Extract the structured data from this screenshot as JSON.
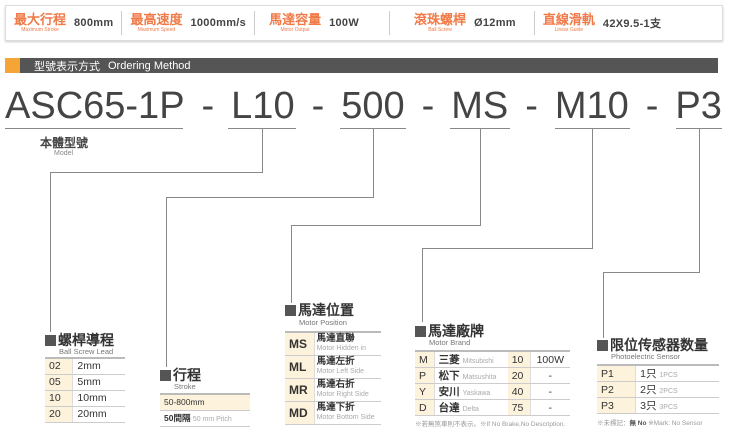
{
  "specs": [
    {
      "zh": "最大行程",
      "en": "Maximum Stroke",
      "value": "800mm"
    },
    {
      "zh": "最高速度",
      "en": "Maximum Speed",
      "value": "1000mm/s"
    },
    {
      "zh": "馬達容量",
      "en": "Motor Output",
      "value": "100W"
    },
    {
      "zh": "滾珠螺桿",
      "en": "Ball Screw",
      "value": "Ø12mm"
    },
    {
      "zh": "直線滑軌",
      "en": "Linear Guide",
      "value": "42X9.5-1支"
    }
  ],
  "section": {
    "zh": "型號表示方式",
    "en": "Ordering Method"
  },
  "code": [
    "ASC65-1P",
    "-",
    "L10",
    "-",
    "500",
    "-",
    "MS",
    "-",
    "M10",
    "-",
    "P3"
  ],
  "model": {
    "zh": "本體型號",
    "en": "Model"
  },
  "lead": {
    "zh": "螺桿導程",
    "en": "Ball Screw Lead",
    "rows": [
      [
        "02",
        "2mm"
      ],
      [
        "05",
        "5mm"
      ],
      [
        "10",
        "10mm"
      ],
      [
        "20",
        "20mm"
      ]
    ]
  },
  "stroke": {
    "zh": "行程",
    "en": "Stroke",
    "range": "50-800mm",
    "pitch_zh": "50間隔",
    "pitch_en": "50 mm Pitch"
  },
  "position": {
    "zh": "馬達位置",
    "en": "Motor Position",
    "rows": [
      [
        "MS",
        "馬達直聯",
        "Motor Hidden in"
      ],
      [
        "ML",
        "馬達左折",
        "Motor Left Side"
      ],
      [
        "MR",
        "馬達右折",
        "Motor Right Side"
      ],
      [
        "MD",
        "馬達下折",
        "Motor Bottom Side"
      ]
    ]
  },
  "brand": {
    "zh": "馬達廠牌",
    "en": "Motor Brand",
    "rows": [
      [
        "M",
        "三菱",
        "Mitsubishi",
        "10",
        "100W"
      ],
      [
        "P",
        "松下",
        "Matsushita",
        "20",
        "-"
      ],
      [
        "Y",
        "安川",
        "Yaskawa",
        "40",
        "-"
      ],
      [
        "D",
        "台達",
        "Delta",
        "75",
        "-"
      ]
    ],
    "note": "※若無煞車則不表示。※If No Brake,No Description."
  },
  "sensor": {
    "zh": "限位传感器数量",
    "en": "Photoelectric Sensor",
    "rows": [
      [
        "P1",
        "1只",
        "1PCS"
      ],
      [
        "P2",
        "2只",
        "2PCS"
      ],
      [
        "P3",
        "3只",
        "3PCS"
      ]
    ],
    "note_zh": "※未標記：",
    "note_no": "無 No",
    "note_en": "※Mark: No Sensor"
  }
}
